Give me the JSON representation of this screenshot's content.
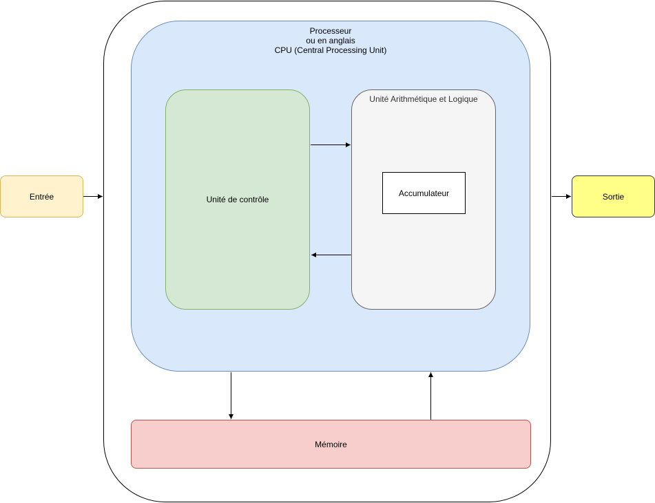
{
  "diagram": {
    "processor": {
      "line1": "Processeur",
      "line2": "ou en anglais",
      "line3": "CPU (Central Processing Unit)"
    },
    "control_unit": {
      "label": "Unité de contrôle"
    },
    "alu": {
      "label": "Unité Arithmétique et Logique"
    },
    "accumulator": {
      "label": "Accumulateur"
    },
    "input": {
      "label": "Entrée"
    },
    "output": {
      "label": "Sortie"
    },
    "memory": {
      "label": "Mémoire"
    }
  },
  "colors": {
    "processor_fill": "#dae8fc",
    "processor_stroke": "#6c8ebf",
    "control_fill": "#d5e8d4",
    "control_stroke": "#82b366",
    "alu_fill": "#f5f5f5",
    "alu_stroke": "#666666",
    "input_fill": "#fff2cc",
    "input_stroke": "#d6b656",
    "output_fill": "#ffff88",
    "output_stroke": "#36393d",
    "memory_fill": "#f8cecc",
    "memory_stroke": "#b85450"
  }
}
